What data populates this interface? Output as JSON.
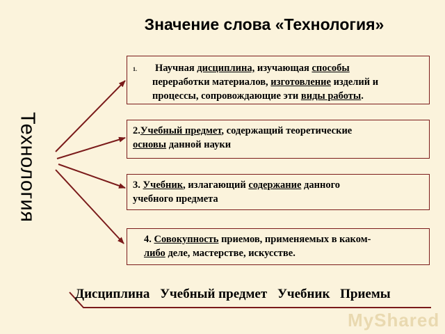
{
  "title": "Значение слова «Технология»",
  "side_label": "Технология",
  "box1": {
    "number": "1.",
    "line1": [
      {
        "t": "Научная ",
        "u": false
      },
      {
        "t": "дисциплина,",
        "u": true
      },
      {
        "t": " изучающая ",
        "u": false
      },
      {
        "t": "способы",
        "u": true
      }
    ],
    "line2": [
      {
        "t": "переработки материалов, ",
        "u": false
      },
      {
        "t": "изготовление",
        "u": true
      },
      {
        "t": " изделий и",
        "u": false
      }
    ],
    "line3": [
      {
        "t": "процессы, сопровождающие эти ",
        "u": false
      },
      {
        "t": "виды работы",
        "u": true
      },
      {
        "t": ".",
        "u": false
      }
    ]
  },
  "box2": {
    "line1": [
      {
        "t": "2.",
        "u": false
      },
      {
        "t": "Учебный предмет",
        "u": true
      },
      {
        "t": ", содержащий теоретические",
        "u": false
      }
    ],
    "line2": [
      {
        "t": "основы",
        "u": true
      },
      {
        "t": " данной науки",
        "u": false
      }
    ]
  },
  "box3": {
    "line1": [
      {
        "t": "3. ",
        "u": false
      },
      {
        "t": "Учебник",
        "u": true
      },
      {
        "t": ", излагающий ",
        "u": false
      },
      {
        "t": "содержание",
        "u": true
      },
      {
        "t": " данного",
        "u": false
      }
    ],
    "line2": [
      {
        "t": "учебного предмета",
        "u": false
      }
    ]
  },
  "box4": {
    "line1": [
      {
        "t": "4. ",
        "u": false
      },
      {
        "t": "Совокупность",
        "u": true
      },
      {
        "t": " приемов, применяемых в каком-",
        "u": false
      }
    ],
    "line2": [
      {
        "t": "либо",
        "u": true
      },
      {
        "t": " деле, мастерстве, искусстве.",
        "u": false
      }
    ]
  },
  "bottom_terms": [
    "Дисциплина",
    "Учебный предмет",
    "Учебник",
    "Приемы"
  ],
  "watermark": "MyShared",
  "colors": {
    "background": "#fbf3dc",
    "arrow": "#7a1a1a",
    "border": "#7a1a1a"
  }
}
